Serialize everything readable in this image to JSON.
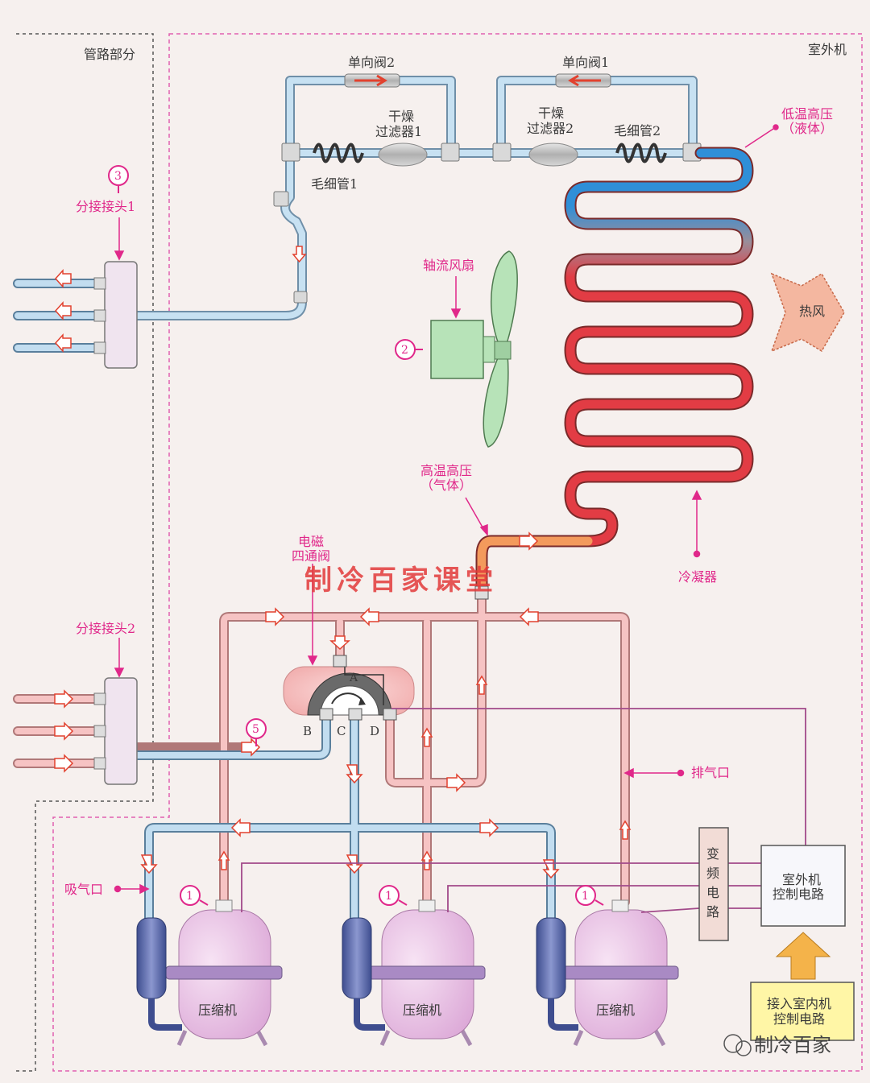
{
  "regions": {
    "piping": "管路部分",
    "outdoor": "室外机"
  },
  "labels": {
    "check_valve_2": "单向阀2",
    "check_valve_1": "单向阀1",
    "filter_1_l1": "干燥",
    "filter_1_l2": "过滤器1",
    "filter_2_l1": "干燥",
    "filter_2_l2": "过滤器2",
    "capillary_1": "毛细管1",
    "capillary_2": "毛细管2",
    "low_temp_l1": "低温高压",
    "low_temp_l2": "（液体）",
    "branch_joint_1": "分接接头1",
    "branch_joint_2": "分接接头2",
    "axial_fan": "轴流风扇",
    "hot_air": "热风",
    "high_temp_l1": "高温高压",
    "high_temp_l2": "（气体）",
    "condenser": "冷凝器",
    "valve_l1": "电磁",
    "valve_l2": "四通阀",
    "port_a": "A",
    "port_b": "B",
    "port_c": "C",
    "port_d": "D",
    "exhaust": "排气口",
    "suction": "吸气口",
    "inverter_circuit": [
      "变",
      "频",
      "电",
      "路"
    ],
    "outdoor_ctrl_l1": "室外机",
    "outdoor_ctrl_l2": "控制电路",
    "indoor_ctrl_l1": "接入室内机",
    "indoor_ctrl_l2": "控制电路",
    "compressor": "压缩机",
    "num_1": "1",
    "num_2": "2",
    "num_3": "3",
    "num_5": "5"
  },
  "watermark": "制冷百家课堂",
  "brand": "制冷百家",
  "colors": {
    "pink": "#e0288a",
    "cold_pipe": "#a9cfe8",
    "warm_pipe": "#f2b9b9",
    "condenser_hot": "#e23c44",
    "condenser_cold": "#2f8fd8",
    "compressor": "#e9b8e2",
    "fan": "#b7e3b8"
  }
}
